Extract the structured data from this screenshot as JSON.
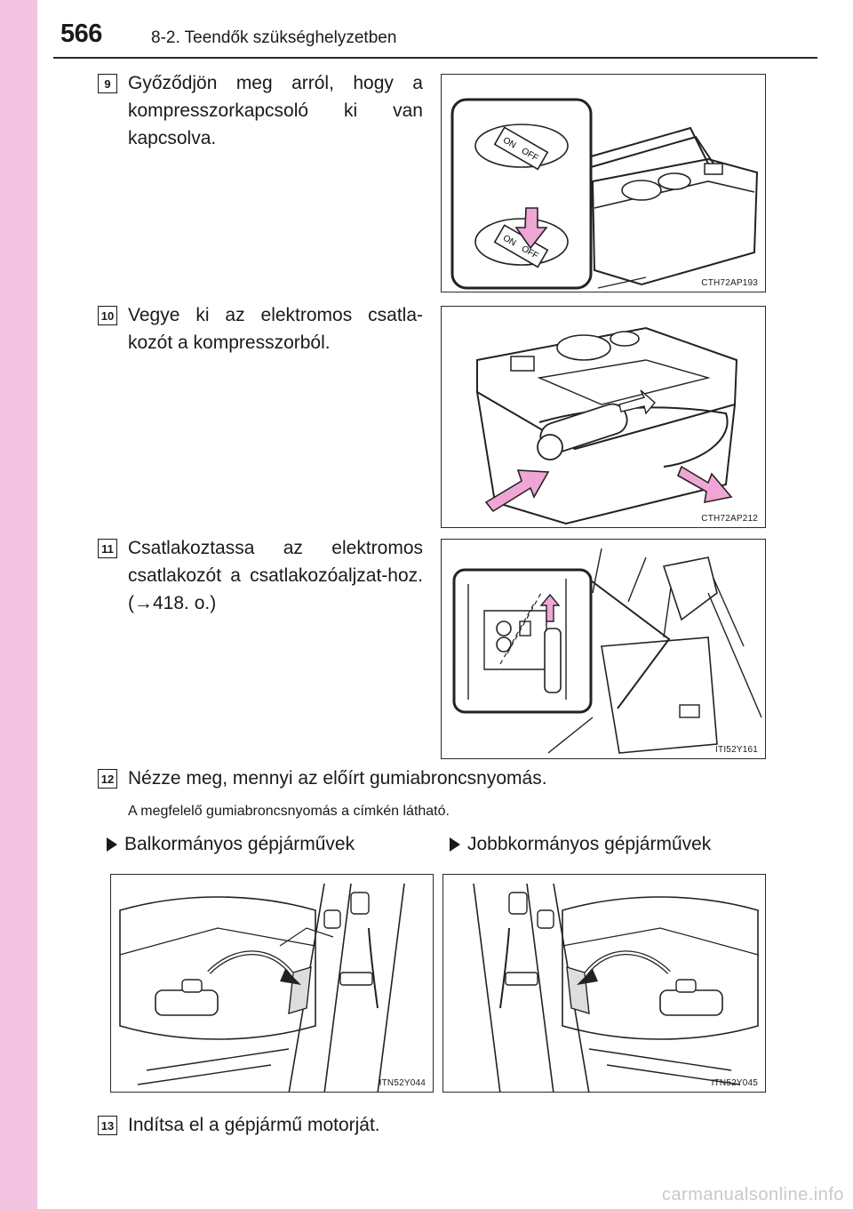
{
  "header": {
    "page_number": "566",
    "section_title": "8-2. Teendők szükséghelyzetben"
  },
  "steps": [
    {
      "number": "9",
      "text": "Győződjön meg arról, hogy a kompresszorkapcsoló ki van kapcsolva.",
      "figure_code": "CTH72AP193",
      "switch_labels": [
        "ON",
        "OFF"
      ]
    },
    {
      "number": "10",
      "text": "Vegye ki az elektromos csatla-kozót a kompresszorból.",
      "figure_code": "CTH72AP212"
    },
    {
      "number": "11",
      "text": "Csatlakoztassa az elektromos csatlakozót a csatlakozóaljzat-hoz. (→418. o.)",
      "figure_code": "ITI52Y161"
    },
    {
      "number": "12",
      "text": "Nézze meg, mennyi az előírt gumiabroncsnyomás.",
      "note": "A megfelelő gumiabroncsnyomás a címkén látható."
    },
    {
      "number": "13",
      "text": "Indítsa el a gépjármű motorját."
    }
  ],
  "variants": {
    "left": {
      "label": "Balkormányos gépjárművek",
      "figure_code": "ITN52Y044"
    },
    "right": {
      "label": "Jobbkormányos gépjárművek",
      "figure_code": "ITN52Y045"
    }
  },
  "colors": {
    "side_band": "#f2c4e2",
    "arrow_pink": "#f0a6d4"
  },
  "icons": {
    "variant_bullet": "triangle-right-icon"
  },
  "watermark": "carmanualsonline.info"
}
